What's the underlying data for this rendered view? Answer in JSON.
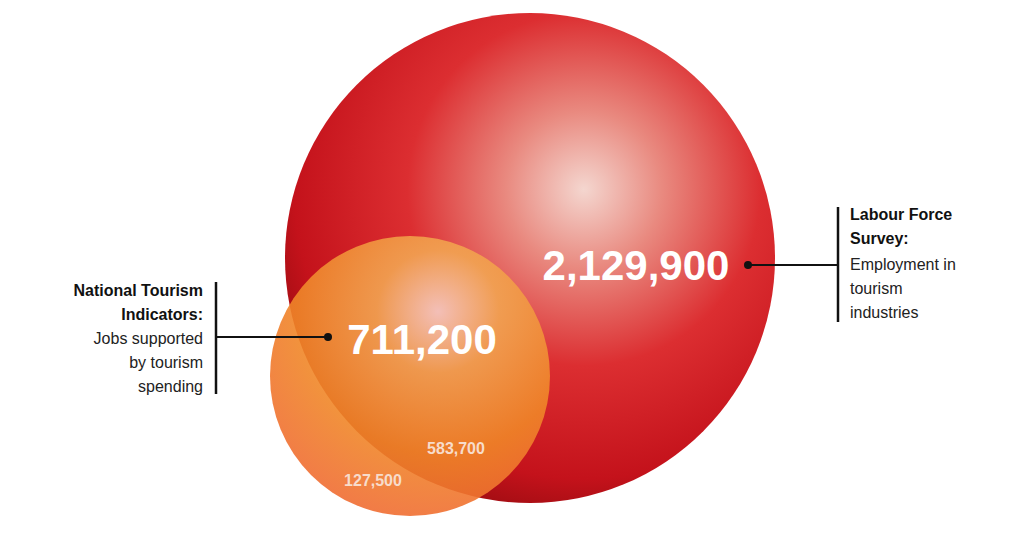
{
  "diagram": {
    "nodes": [
      {
        "text": [
          "711,200",
          "National Tourism Indicators:",
          "Jobs supported by tourism spending"
        ]
      },
      {
        "text": [
          "2,129,900",
          "Labour Force Survey:",
          "Employment in tourism industries"
        ]
      }
    ],
    "labels": [
      "583,700",
      "127,500"
    ]
  }
}
